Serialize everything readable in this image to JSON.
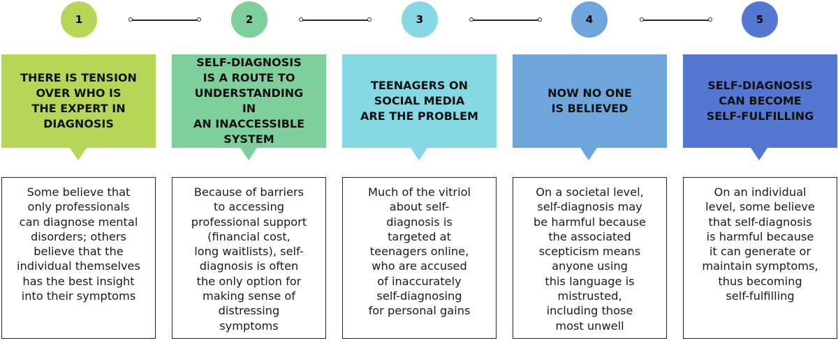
{
  "colors": {
    "step1": "#b5d657",
    "step2": "#7fcf9c",
    "step3": "#85d8e4",
    "step4": "#6ea6dc",
    "step5": "#5477d2"
  },
  "steps": [
    {
      "number": "1",
      "heading": "THERE IS TENSION\nOVER WHO IS\nTHE EXPERT IN\nDIAGNOSIS",
      "description": "Some believe that\nonly professionals\ncan diagnose mental\ndisorders; others\nbelieve that the\nindividual themselves\nhas the best insight\ninto their symptoms"
    },
    {
      "number": "2",
      "heading": "SELF-DIAGNOSIS\nIS A ROUTE TO\nUNDERSTANDING IN\nAN INACCESSIBLE\nSYSTEM",
      "description": "Because of barriers\nto accessing\nprofessional support\n(financial cost,\nlong waitlists), self-\ndiagnosis is often\nthe only option for\nmaking sense of\ndistressing\nsymptoms"
    },
    {
      "number": "3",
      "heading": "TEENAGERS ON\nSOCIAL MEDIA\nARE THE PROBLEM",
      "description": "Much of the vitriol\nabout self-\ndiagnosis is\ntargeted at\nteenagers online,\nwho are accused\nof inaccurately\nself-diagnosing\nfor personal gains"
    },
    {
      "number": "4",
      "heading": "NOW NO ONE\nIS BELIEVED",
      "description": "On a societal level,\nself-diagnosis may\nbe harmful because\nthe associated\nscepticism means\nanyone using\nthis language is\nmistrusted,\nincluding those\nmost unwell"
    },
    {
      "number": "5",
      "heading": "SELF-DIAGNOSIS\nCAN BECOME\nSELF-FULFILLING",
      "description": "On an individual\nlevel, some believe\nthat self-diagnosis\nis harmful because\nit can generate or\nmaintain symptoms,\nthus becoming\nself-fulfilling"
    }
  ]
}
